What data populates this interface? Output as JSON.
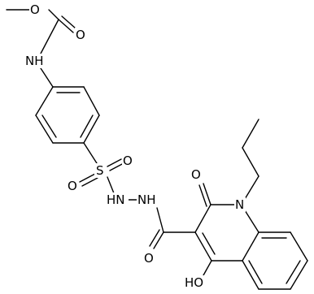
{
  "labels": {
    "o_ester": "O",
    "o_carbonyl_carbamate": "O",
    "nh_carbamate": "NH",
    "s": "S",
    "o_sulfonyl_left": "O",
    "o_sulfonyl_right": "O",
    "hn_left": "HN",
    "nh_right": "NH",
    "o_amide": "O",
    "o_quinolone": "O",
    "n_ring": "N",
    "ho": "HO"
  },
  "colors": {
    "bond": "#000000",
    "text": "#000000",
    "background": "#ffffff"
  }
}
